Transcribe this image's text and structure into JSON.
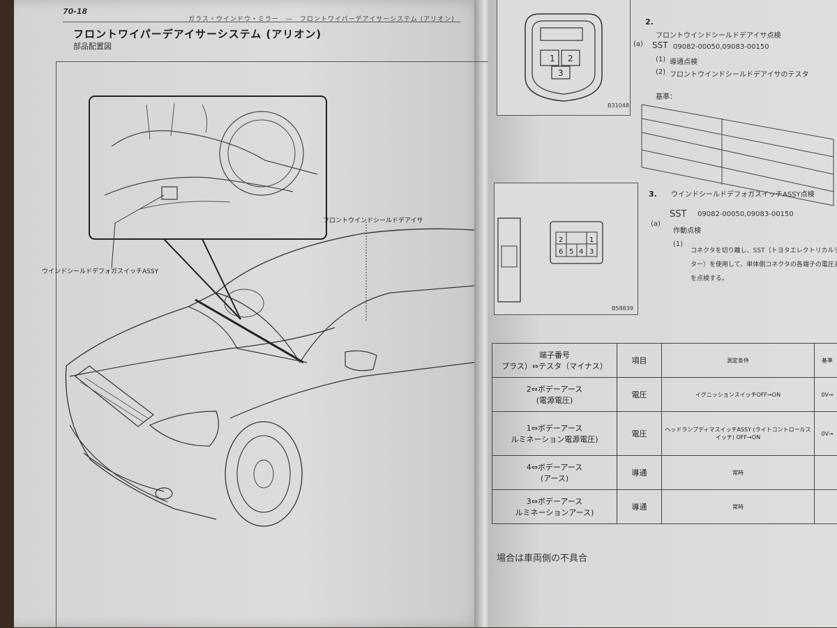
{
  "left_page": {
    "page_number": "70-18",
    "running_head": "ガラス・ウインドウ・ミラー　―　フロントワイパーデアイサーシステム (アリオン)",
    "title": "フロントワイパーデアイサーシステム (アリオン)",
    "subtitle": "部品配置図",
    "label_switch": "ウインドシールドデフォガスイッチASSY",
    "label_defogger": "フロントウインドシールドデアイサ"
  },
  "right_page": {
    "step2": {
      "number": "2.",
      "text": "フロントウインドシールドデアイサ点検",
      "a_label": "(a)",
      "sst": "SST",
      "sst_no": "09082-00050,09083-00150",
      "line1_label": "(1)",
      "line1_text": "導通点検",
      "line2_label": "(2)",
      "line2_text": "フロントウインドシールドデアイサのテスタ",
      "standard_label": "基準：",
      "fig_code": "B31048",
      "terminals": [
        "1",
        "2",
        "3"
      ]
    },
    "step3": {
      "number": "3.",
      "title": "ウインドシールドデフォガスイッチASSY点検",
      "a_label": "(a)",
      "sst": "SST",
      "sst_no": "09082-00050,09083-00150",
      "line0_text": "作動点検",
      "line1_label": "(1)",
      "line1_text": "コネクタを切り離し、SST（トヨタエレクトリカルテス",
      "line2_text": "ター）を使用して、単体側コネクタの各端子の電圧および導通",
      "line3_text": "を点検する。",
      "fig_code": "B58839",
      "terminals": [
        "2",
        "6",
        "5",
        "4",
        "1",
        "3"
      ]
    },
    "table": {
      "header_terminal_1": "端子番号",
      "header_terminal_2": "プラス）⇔テスタ（マイナス）",
      "header_item": "項目",
      "header_condition": "測定条件",
      "header_standard": "基準",
      "rows": [
        {
          "terminal_1": "2⇔ボデーアース",
          "terminal_2": "(電源電圧)",
          "item": "電圧",
          "condition": "イグニッションスイッチOFF→ON",
          "standard": "0V→"
        },
        {
          "terminal_1": "1⇔ボデーアース",
          "terminal_2": "ルミネーション電源電圧)",
          "item": "電圧",
          "condition": "ヘッドランプディマスイッチASSY (ライトコントロールスイッチ) OFF→ON",
          "standard": "0V→"
        },
        {
          "terminal_1": "4⇔ボデーアース",
          "terminal_2": "(アース)",
          "item": "導通",
          "condition": "常時",
          "standard": ""
        },
        {
          "terminal_1": "3⇔ボデーアース",
          "terminal_2": "ルミネーションアース)",
          "item": "導通",
          "condition": "常時",
          "standard": ""
        }
      ]
    },
    "footer_note": "場合は車両側の不具合"
  }
}
